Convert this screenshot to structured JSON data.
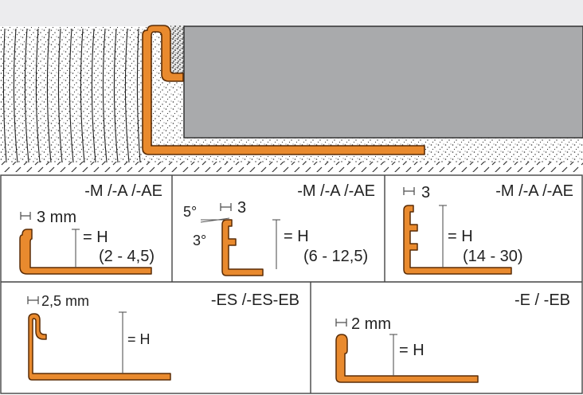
{
  "colors": {
    "profile_fill": "#e98a2e",
    "profile_stroke": "#5a2c06",
    "tile": "#a9aaac",
    "background_top": "#ececee",
    "frame": "#444444",
    "dim_line": "#555555"
  },
  "panels": [
    {
      "series": "-M /-A /-AE",
      "width_label": "3 mm",
      "height_label": "= H",
      "range": "(2 - 4,5)"
    },
    {
      "series": "-M /-A /-AE",
      "width_label": "3",
      "height_label": "= H",
      "range": "(6 - 12,5)",
      "angle_top": "5°",
      "angle_bottom": "3°"
    },
    {
      "series": "-M /-A /-AE",
      "width_label": "3",
      "height_label": "= H",
      "range": "(14 - 30)"
    },
    {
      "series": "-ES /-ES-EB",
      "width_label": "2,5 mm",
      "height_label": "= H"
    },
    {
      "series": "-E / -EB",
      "width_label": "2 mm",
      "height_label": "= H"
    }
  ]
}
